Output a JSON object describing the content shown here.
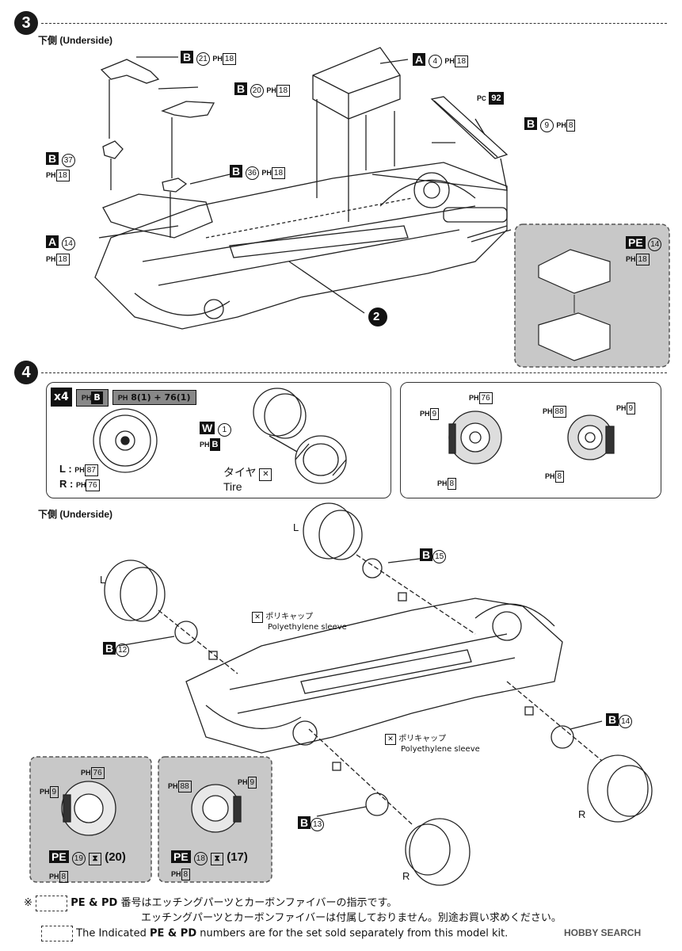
{
  "step3": {
    "number": "3",
    "heading": "下側 (Underside)",
    "labels": {
      "b21": {
        "letter": "B",
        "num": "21",
        "ph": "18"
      },
      "b20": {
        "letter": "B",
        "num": "20",
        "ph": "18"
      },
      "a4": {
        "letter": "A",
        "num": "4",
        "ph": "18"
      },
      "pc92": {
        "num": "92"
      },
      "b9": {
        "letter": "B",
        "num": "9",
        "ph": "8"
      },
      "b37": {
        "letter": "B",
        "num": "37",
        "ph": "18"
      },
      "b36": {
        "letter": "B",
        "num": "36",
        "ph": "18"
      },
      "a14": {
        "letter": "A",
        "num": "14",
        "ph": "18"
      },
      "pe14": {
        "letter": "PE",
        "num": "14",
        "ph": "18"
      },
      "ref2": "2"
    }
  },
  "step4": {
    "number": "4",
    "multiplier": "x4",
    "paint_b": "B",
    "paint_mix": "8(1) + 76(1)",
    "w1": {
      "letter": "W",
      "num": "1",
      "ph": "B"
    },
    "tire_jp": "タイヤ",
    "tire_en": "Tire",
    "wheel_L": "L : ",
    "wheel_L_ph": "87",
    "wheel_R": "R : ",
    "wheel_R_ph": "76",
    "disc_a": {
      "ph1": "9",
      "ph2": "76",
      "ph3": "8"
    },
    "disc_b": {
      "ph1": "88",
      "ph2": "9",
      "ph3": "8"
    },
    "heading": "下側 (Underside)",
    "L": "L",
    "R": "R",
    "b15": {
      "letter": "B",
      "num": "15"
    },
    "b12": {
      "letter": "B",
      "num": "12"
    },
    "b14": {
      "letter": "B",
      "num": "14"
    },
    "b13": {
      "letter": "B",
      "num": "13"
    },
    "poly_jp": "ポリキャップ",
    "poly_en": "Polyethylene sleeve",
    "inset_a": {
      "ph1": "76",
      "ph2": "9",
      "pe": "PE",
      "pe_num": "19",
      "alt_num": "(20)",
      "ph3": "8"
    },
    "inset_b": {
      "ph1": "88",
      "ph2": "9",
      "pe": "PE",
      "pe_num": "18",
      "alt_num": "(17)",
      "ph3": "8"
    }
  },
  "footnote": {
    "mark": "※",
    "pe_pd": "PE & PD",
    "line1": "番号はエッチングパーツとカーボンファイバーの指示です。",
    "line2": "エッチングパーツとカーボンファイバーは付属しておりません。別途お買い求めください。",
    "line3a": "The Indicated",
    "line3b": "numbers are for the set sold separately from this model kit."
  },
  "watermark": "HOBBY SEARCH",
  "ph": "PH"
}
